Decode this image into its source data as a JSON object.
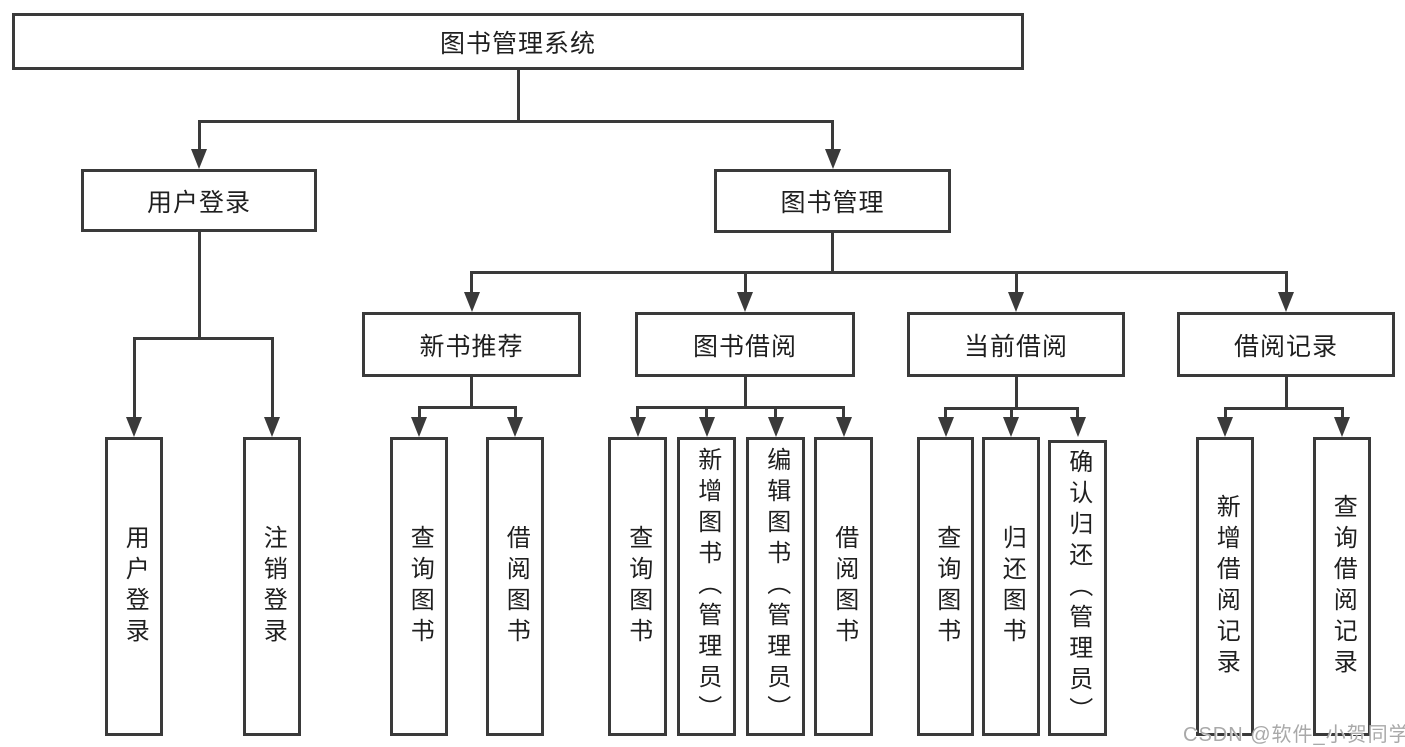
{
  "tree": {
    "root": {
      "label": "图书管理系统",
      "children": [
        {
          "label": "用户登录",
          "children": [
            {
              "label": "用户登录"
            },
            {
              "label": "注销登录"
            }
          ]
        },
        {
          "label": "图书管理",
          "children": [
            {
              "label": "新书推荐",
              "children": [
                {
                  "label": "查询图书"
                },
                {
                  "label": "借阅图书"
                }
              ]
            },
            {
              "label": "图书借阅",
              "children": [
                {
                  "label": "查询图书"
                },
                {
                  "label": "新增图书（管理员）"
                },
                {
                  "label": "编辑图书（管理员）"
                },
                {
                  "label": "借阅图书"
                }
              ]
            },
            {
              "label": "当前借阅",
              "children": [
                {
                  "label": "查询图书"
                },
                {
                  "label": "归还图书"
                },
                {
                  "label": "确认归还（管理员）"
                }
              ]
            },
            {
              "label": "借阅记录",
              "children": [
                {
                  "label": "新增借阅记录"
                },
                {
                  "label": "查询借阅记录"
                }
              ]
            }
          ]
        }
      ]
    }
  },
  "watermark": "CSDN @软件_小贺同学",
  "colors": {
    "line": "#3a3a3a",
    "box_border": "#3a3a3a",
    "box_fill": "#ffffff",
    "text": "#1f1f1f",
    "watermark": "#a9a9a9",
    "background": "#ffffff"
  }
}
